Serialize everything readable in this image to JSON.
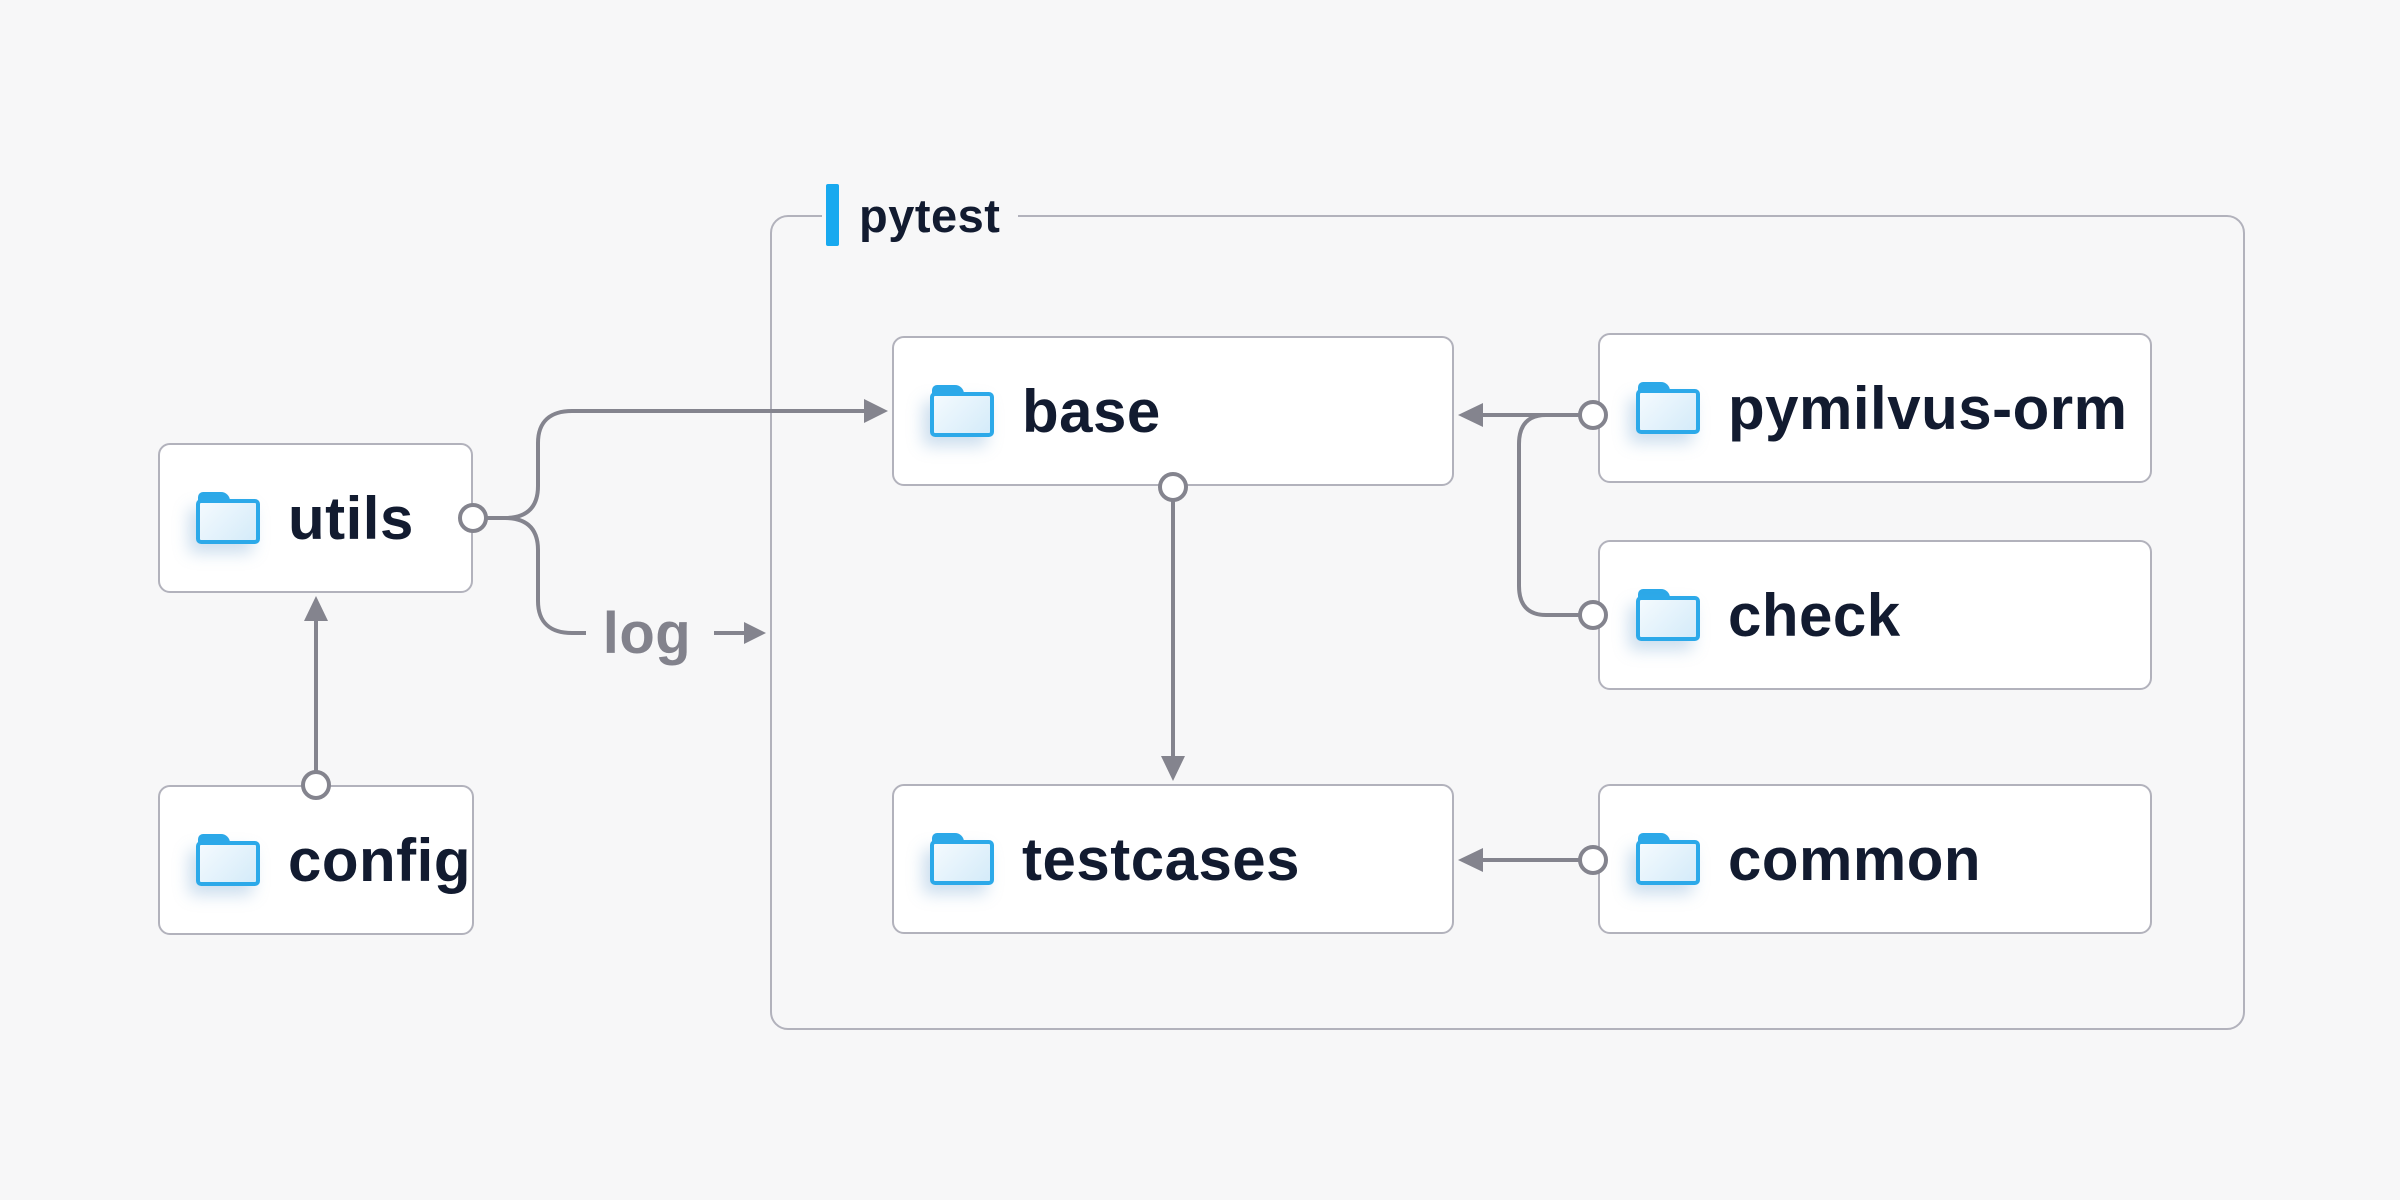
{
  "theme": {
    "background": "#f7f7f8",
    "box_bg": "#ffffff",
    "box_border": "#b2b2bc",
    "container_border": "#b2b2bc",
    "line_color": "#84848e",
    "text_color": "#121b30",
    "muted_text_color": "#82828c",
    "accent_blue": "#18a9ef",
    "folder_blue": "#2ca9e9",
    "folder_fill_light": "#f4fafe",
    "folder_fill_dark": "#d4ebf9"
  },
  "diagram": {
    "container": {
      "label": "pytest"
    },
    "nodes": {
      "utils": {
        "label": "utils",
        "icon": "folder-icon"
      },
      "config": {
        "label": "config",
        "icon": "folder-icon"
      },
      "base": {
        "label": "base",
        "icon": "folder-icon"
      },
      "pymilvus_orm": {
        "label": "pymilvus-orm",
        "icon": "folder-icon"
      },
      "check": {
        "label": "check",
        "icon": "folder-icon"
      },
      "testcases": {
        "label": "testcases",
        "icon": "folder-icon"
      },
      "common": {
        "label": "common",
        "icon": "folder-icon"
      }
    },
    "edges": [
      {
        "from": "config",
        "to": "utils",
        "label": ""
      },
      {
        "from": "utils",
        "to": "base",
        "label": ""
      },
      {
        "from": "utils",
        "to": "pytest",
        "label": "log"
      },
      {
        "from": "base",
        "to": "testcases",
        "label": ""
      },
      {
        "from": "pymilvus_orm",
        "to": "base",
        "label": ""
      },
      {
        "from": "check",
        "to": "base",
        "label": ""
      },
      {
        "from": "common",
        "to": "testcases",
        "label": ""
      }
    ]
  }
}
